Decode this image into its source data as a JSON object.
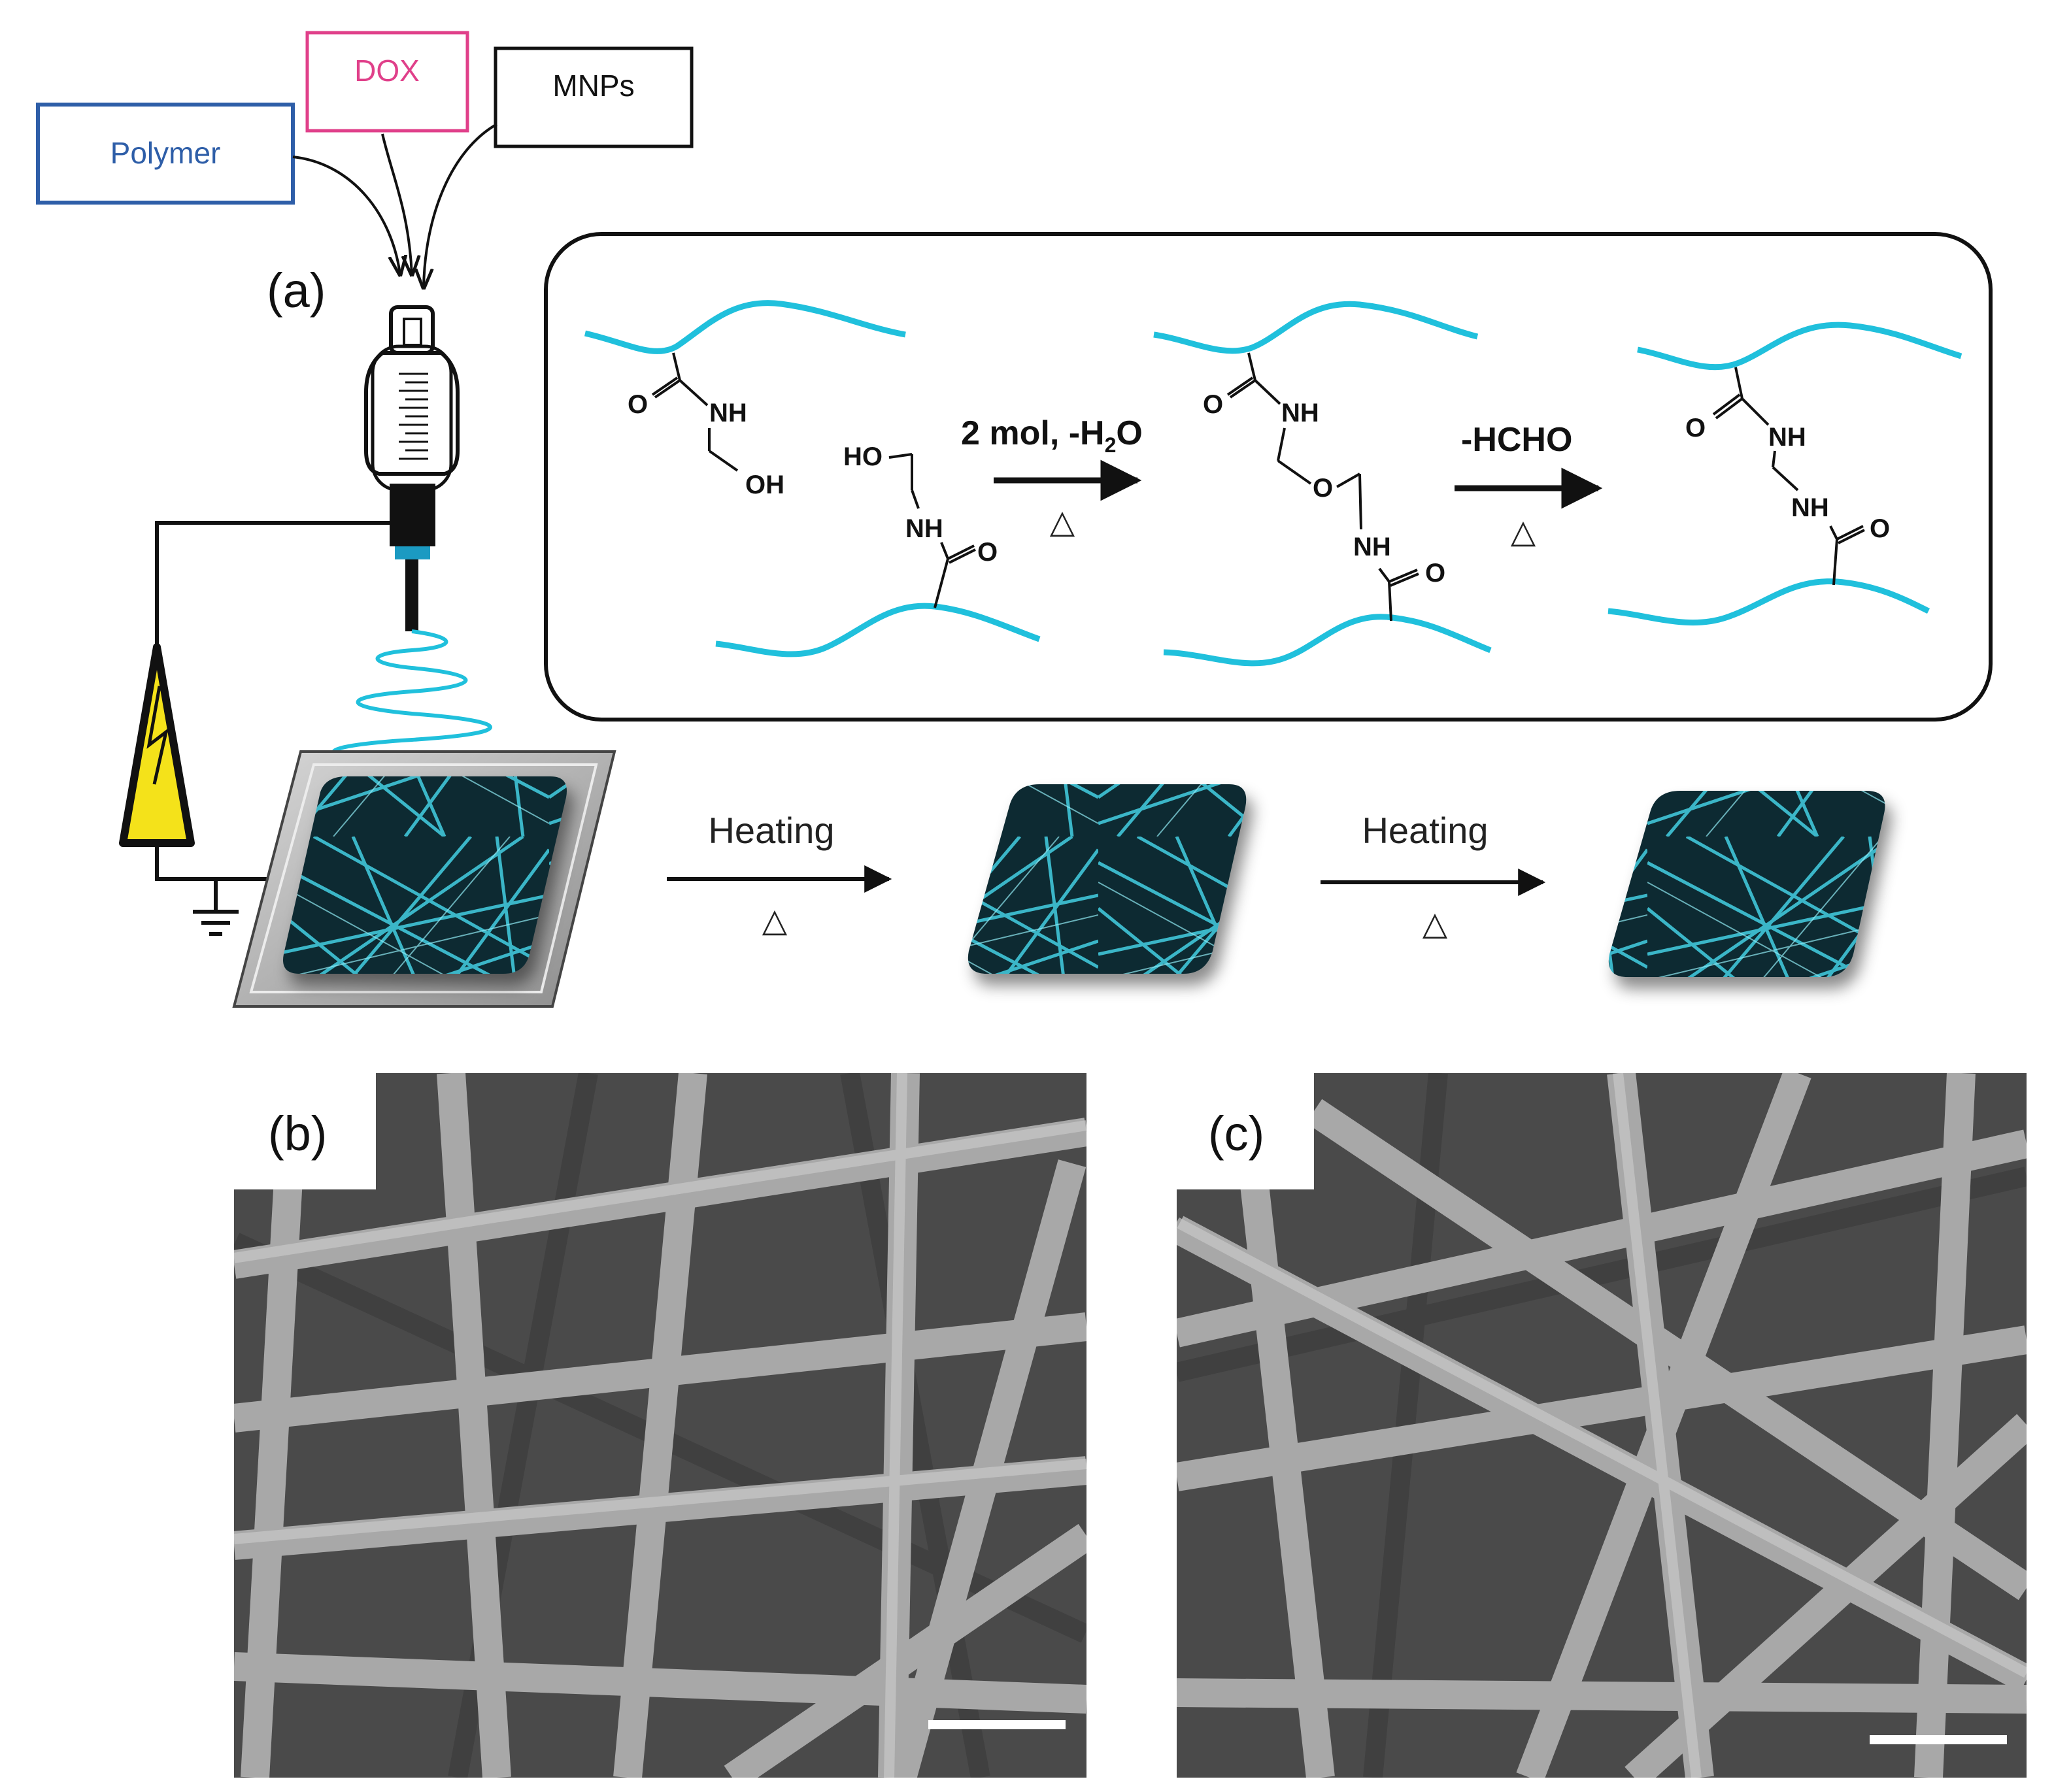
{
  "inputs": {
    "polymer": {
      "label": "Polymer",
      "color": "#2e5ea8"
    },
    "dox": {
      "label": "DOX",
      "color": "#e0408a"
    },
    "mnps": {
      "label": "MNPs",
      "color": "#111111"
    }
  },
  "panels": {
    "a": "(a)",
    "b": "(b)",
    "c": "(c)"
  },
  "reaction": {
    "step1_conditions": "2 mol, -H",
    "step1_subscript": "2",
    "step1_suffix": "O",
    "step1_delta": "△",
    "step2_conditions": "-HCHO",
    "step2_delta": "△",
    "atoms": {
      "O": "O",
      "NH": "NH",
      "OH": "OH",
      "HO": "HO"
    }
  },
  "process": {
    "heating1": "Heating",
    "delta1": "△",
    "heating2": "Heating",
    "delta2": "△"
  },
  "colors": {
    "fiber": "#20c0dc",
    "mat_dark": "#0c2a30",
    "hv_source": "#f4e21a",
    "collector": "#9a9a9a",
    "sem_bg": "#4a4a4a",
    "sem_fiber": "#b4b4b4"
  }
}
